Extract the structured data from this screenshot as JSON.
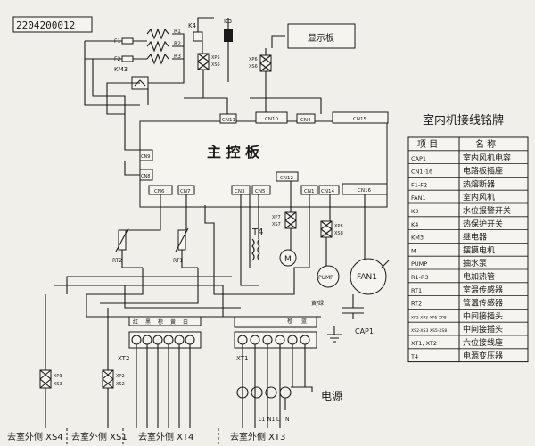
{
  "doc_number": "2204200012",
  "board": {
    "main_title": "主 控 板",
    "display_board": "显示板",
    "connectors": [
      "CN11",
      "CN10",
      "CN4",
      "CN15",
      "CN9",
      "CN8",
      "CN6",
      "CN7",
      "CN3",
      "CN5",
      "CN12",
      "CN1",
      "CN14",
      "CN16"
    ]
  },
  "components": {
    "fuses": [
      "F1",
      "F2"
    ],
    "heaters": [
      "R1",
      "R2",
      "R3"
    ],
    "relay_km3": "KM3",
    "k4": "K4",
    "k3": "K3",
    "xp5": "XP5",
    "xs5": "XS5",
    "xp6": "XP6",
    "xs6": "XS6",
    "xp7": "XP7",
    "xs7": "XS7",
    "xp8": "XP8",
    "xs8": "XS8",
    "t4": "T4",
    "motor": "M",
    "pump": "PUMP",
    "fan": "FAN1",
    "cap": "CAP1",
    "rt1": "RT1",
    "rt2": "RT2",
    "xt1": "XT1",
    "xt2": "XT2",
    "xt3": "XT3",
    "xp2": "XP2",
    "xs2": "XS2",
    "xp3": "XP3",
    "xs3": "XS3",
    "power_label": "电源",
    "ground_label": "黄/绿",
    "xt3_terminals": [
      "L1",
      "N1",
      "L",
      "N"
    ]
  },
  "wire_labels": [
    "红",
    "黑",
    "棕",
    "黄",
    "白",
    "橙",
    "蓝",
    "黄/绿"
  ],
  "bottom_labels": [
    "去室外侧 XS4",
    "去室外侧 XS1",
    "去室外侧 XT4",
    "去室外侧 XT3"
  ],
  "legend": {
    "title": "室内机接线铭牌",
    "col_item": "项  目",
    "col_name": "名  称",
    "rows": [
      {
        "code": "CAP1",
        "name": "室内风机电容"
      },
      {
        "code": "CN1-16",
        "name": "电路板插座"
      },
      {
        "code": "F1-F2",
        "name": "热熔断器"
      },
      {
        "code": "FAN1",
        "name": "室内风机"
      },
      {
        "code": "K3",
        "name": "水位报警开关"
      },
      {
        "code": "K4",
        "name": "热保护开关"
      },
      {
        "code": "KM3",
        "name": "继电器"
      },
      {
        "code": "M",
        "name": "摆摸电机"
      },
      {
        "code": "PUMP",
        "name": "抽水泵"
      },
      {
        "code": "R1-R3",
        "name": "电加热管"
      },
      {
        "code": "RT1",
        "name": "室温传感器"
      },
      {
        "code": "RT2",
        "name": "管温传感器"
      },
      {
        "code": "XP2-XP3 XP5-XP8",
        "name": "中间接插头"
      },
      {
        "code": "XS2-XS3 XS5-XS8",
        "name": "中间接插头"
      },
      {
        "code": "XT1, XT2",
        "name": "六位接线座"
      },
      {
        "code": "T4",
        "name": "电源变压器"
      }
    ]
  }
}
